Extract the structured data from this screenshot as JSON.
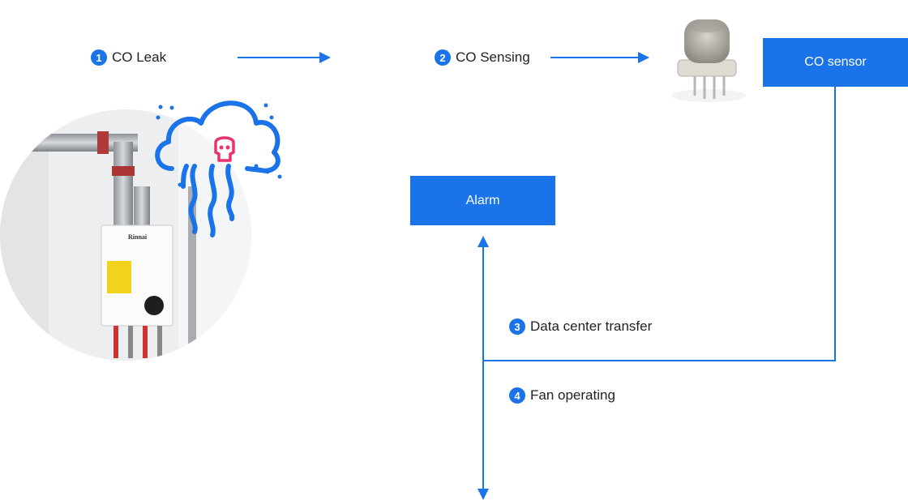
{
  "steps": [
    {
      "number": "1",
      "label": "CO Leak"
    },
    {
      "number": "2",
      "label": "CO Sensing"
    },
    {
      "number": "3",
      "label": "Data center transfer"
    },
    {
      "number": "4",
      "label": "Fan operating"
    }
  ],
  "boxes": {
    "sensor": "CO sensor",
    "alarm": "Alarm"
  },
  "heater": {
    "brand": "Rinnai"
  },
  "colors": {
    "accent": "#1a73e8",
    "skull": "#e8336b",
    "text": "#222222"
  },
  "icons": {
    "cloud": "gas-cloud-icon",
    "skull": "skull-icon",
    "sensor": "gas-sensor-icon"
  }
}
